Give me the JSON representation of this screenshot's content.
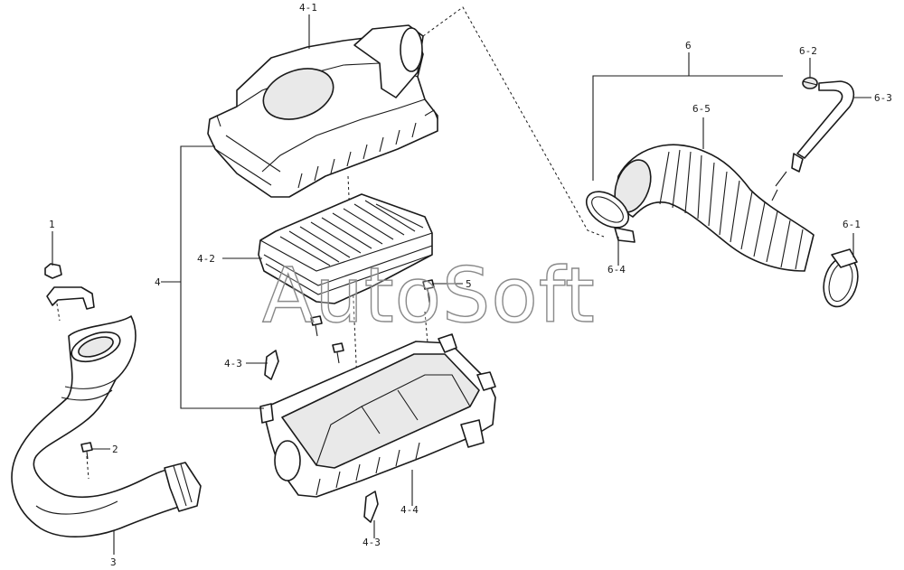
{
  "watermark": "AutoSoft",
  "callouts": {
    "p1": "1",
    "p2": "2",
    "p3": "3",
    "p4": "4",
    "p4_1": "4-1",
    "p4_2": "4-2",
    "p4_3a": "4-3",
    "p4_3b": "4-3",
    "p4_4": "4-4",
    "p5": "5",
    "p6": "6",
    "p6_1": "6-1",
    "p6_2": "6-2",
    "p6_3": "6-3",
    "p6_4": "6-4",
    "p6_5": "6-5"
  }
}
